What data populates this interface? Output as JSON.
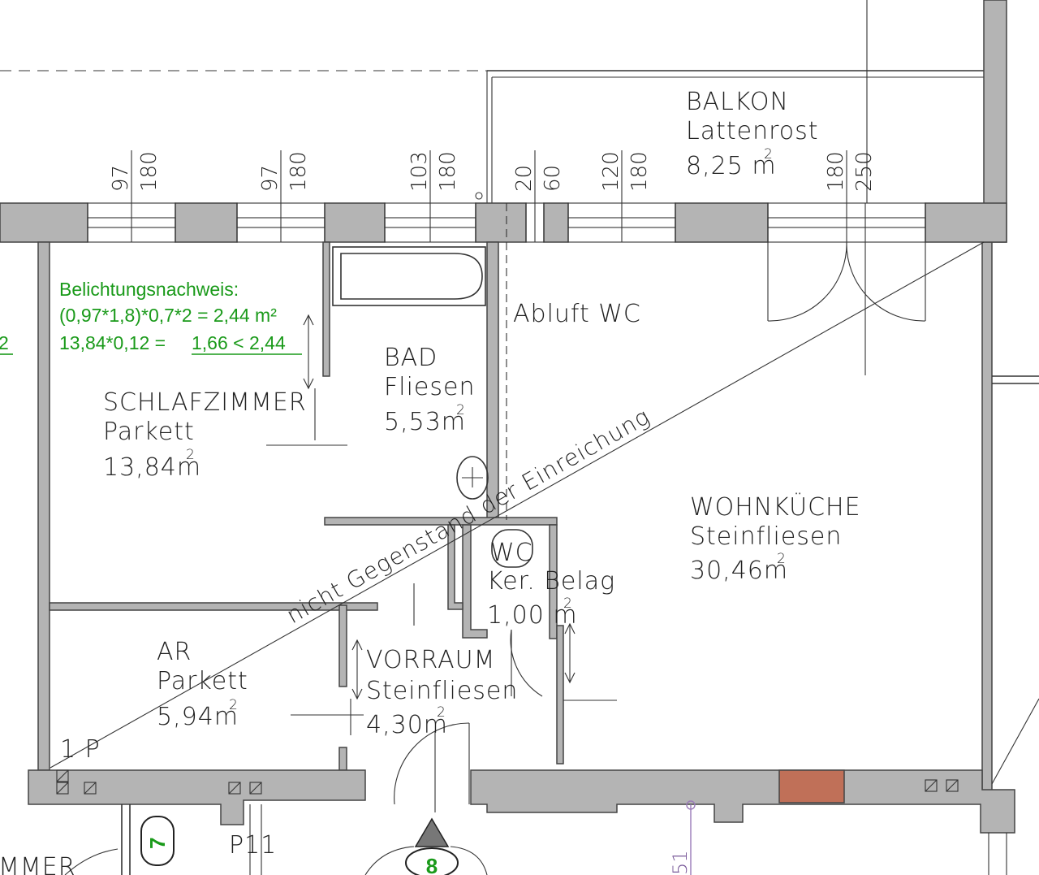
{
  "rooms": {
    "balkon": {
      "name": "BALKON",
      "floor": "Lattenrost",
      "area": "8,25 m",
      "sup": "2"
    },
    "schlafzimmer": {
      "name": "SCHLAFZIMMER",
      "floor": "Parkett",
      "area": "13,84m",
      "sup": "2"
    },
    "bad": {
      "name": "BAD",
      "floor": "Fliesen",
      "area": "5,53m",
      "sup": "2"
    },
    "wohnkueche": {
      "name": "WOHNKÜCHE",
      "floor": "Steinfliesen",
      "area": "30,46m",
      "sup": "2"
    },
    "wc": {
      "name": "WC",
      "floor": "Ker. Belag",
      "area": "1,00 m",
      "sup": "2"
    },
    "ar": {
      "name": "AR",
      "floor": "Parkett",
      "area": "5,94m",
      "sup": "2"
    },
    "vorraum": {
      "name": "VORRAUM",
      "floor": "Steinfliesen",
      "area": "4,30m",
      "sup": "2"
    }
  },
  "labels": {
    "abluft": "Abluft WC",
    "diagonal_note": "nicht Gegenstand der Einreichung",
    "p1": "1 P",
    "p11": "P11",
    "left_edge": "2",
    "bottom_left": "MMER",
    "bottom_51": "51",
    "marker_7": "7",
    "marker_8": "8"
  },
  "belichtung": {
    "title": "Belichtungsnachweis:",
    "line1": "(0,97*1,8)*0,7*2 = 2,44 m²",
    "line2_a": "13,84*0,12 = ",
    "line2_b": "1,66 < 2,44"
  },
  "window_dims": [
    {
      "a": "97",
      "b": "180"
    },
    {
      "a": "97",
      "b": "180"
    },
    {
      "a": "103",
      "b": "180"
    },
    {
      "a": "20",
      "b": "60"
    },
    {
      "a": "120",
      "b": "180"
    },
    {
      "a": "180",
      "b": "250"
    }
  ],
  "colors": {
    "wall": "#b4b4b4",
    "chimney": "#c07058",
    "green_text": "#1a9a1a",
    "marker_green": "#1a9a1a",
    "purple_line": "#9a7ab8"
  }
}
